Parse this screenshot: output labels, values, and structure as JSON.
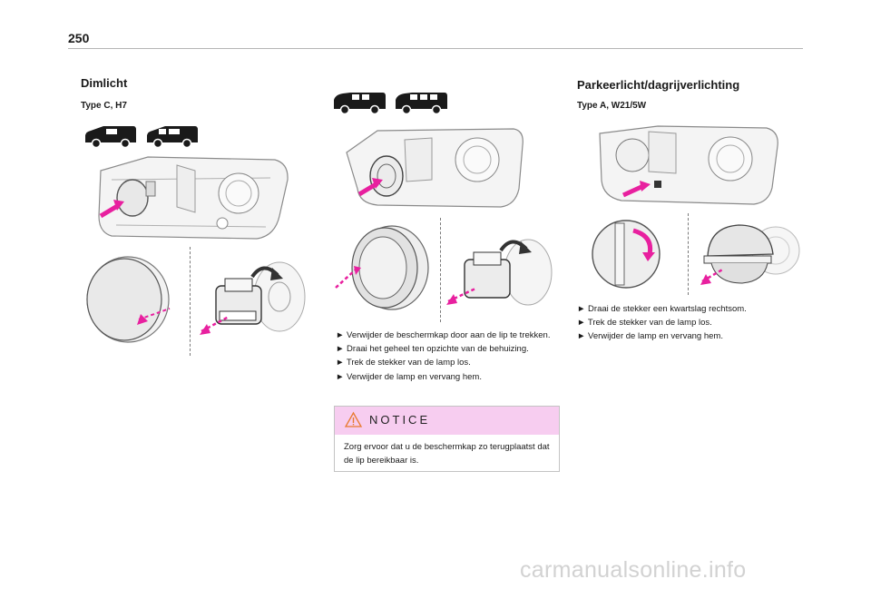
{
  "page": {
    "number": "250"
  },
  "left": {
    "heading": "Dimlicht",
    "subheading": "Type C, H7"
  },
  "middle": {
    "steps": [
      "Verwijder de beschermkap door aan de lip te trekken.",
      "Draai het geheel ten opzichte van de behuizing.",
      "Trek de stekker van de lamp los.",
      "Verwijder de lamp en vervang hem."
    ],
    "notice": {
      "title": "NOTICE",
      "text": "Zorg ervoor dat u de beschermkap zo terugplaatst dat de lip bereikbaar is."
    }
  },
  "right": {
    "heading": "Parkeerlicht/dagrijverlichting",
    "subheading": "Type A, W21/5W",
    "steps": [
      "Draai de stekker een kwartslag rechtsom.",
      "Trek de stekker van de lamp los.",
      "Verwijder de lamp en vervang hem."
    ]
  },
  "footer": {
    "watermark": "carmanualsonline.info"
  },
  "colors": {
    "accent": "#e8209f",
    "notice_bg": "#f7cdf0",
    "rule": "#b5b5b5"
  },
  "icons": [
    "van-icon",
    "warning-triangle-icon",
    "arrow-icon"
  ]
}
